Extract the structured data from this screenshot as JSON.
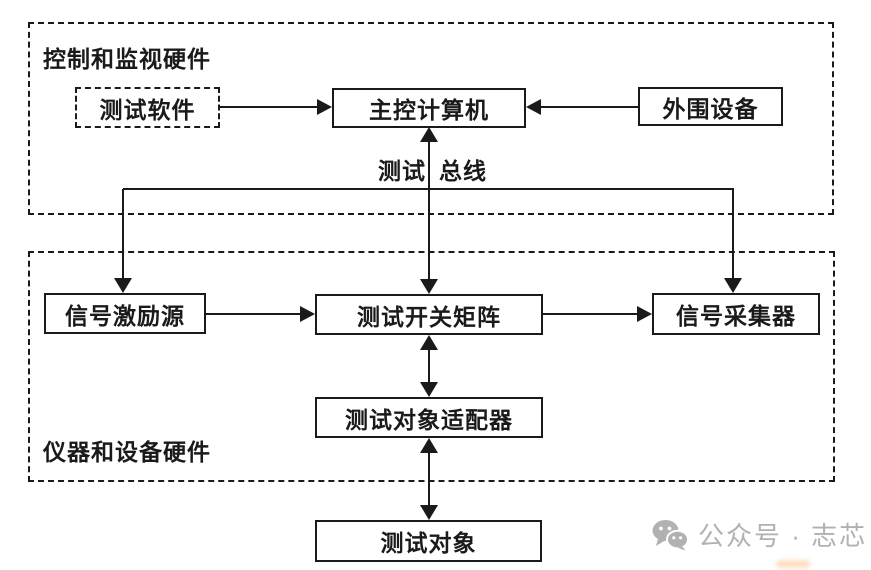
{
  "colors": {
    "line": "#1a1a1a",
    "background": "#ffffff",
    "watermark": "#b1b1b1"
  },
  "groups": {
    "control": {
      "label": "控制和监视硬件"
    },
    "instrument": {
      "label": "仪器和设备硬件"
    }
  },
  "nodes": {
    "test_software": {
      "label": "测试软件"
    },
    "main_computer": {
      "label": "主控计算机"
    },
    "peripheral": {
      "label": "外围设备"
    },
    "signal_source": {
      "label": "信号激励源"
    },
    "switch_matrix": {
      "label": "测试开关矩阵"
    },
    "signal_collector": {
      "label": "信号采集器"
    },
    "adapter": {
      "label": "测试对象适配器"
    },
    "dut": {
      "label": "测试对象"
    }
  },
  "bus": {
    "label_left": "测试",
    "label_right": "总线"
  },
  "edges": [
    {
      "from": "test_software",
      "to": "main_computer",
      "type": "arrow"
    },
    {
      "from": "peripheral",
      "to": "main_computer",
      "type": "arrow"
    },
    {
      "from": "switch_matrix",
      "to": "main_computer",
      "type": "double-arrow",
      "via": "test_bus"
    },
    {
      "from": "test_bus",
      "to": "signal_source",
      "type": "arrow"
    },
    {
      "from": "test_bus",
      "to": "signal_collector",
      "type": "arrow"
    },
    {
      "from": "signal_source",
      "to": "switch_matrix",
      "type": "arrow"
    },
    {
      "from": "switch_matrix",
      "to": "signal_collector",
      "type": "arrow"
    },
    {
      "from": "switch_matrix",
      "to": "adapter",
      "type": "double-arrow"
    },
    {
      "from": "adapter",
      "to": "dut",
      "type": "double-arrow"
    }
  ],
  "watermark": {
    "icon": "wechat-icon",
    "text": "公众号 · 志芯"
  }
}
